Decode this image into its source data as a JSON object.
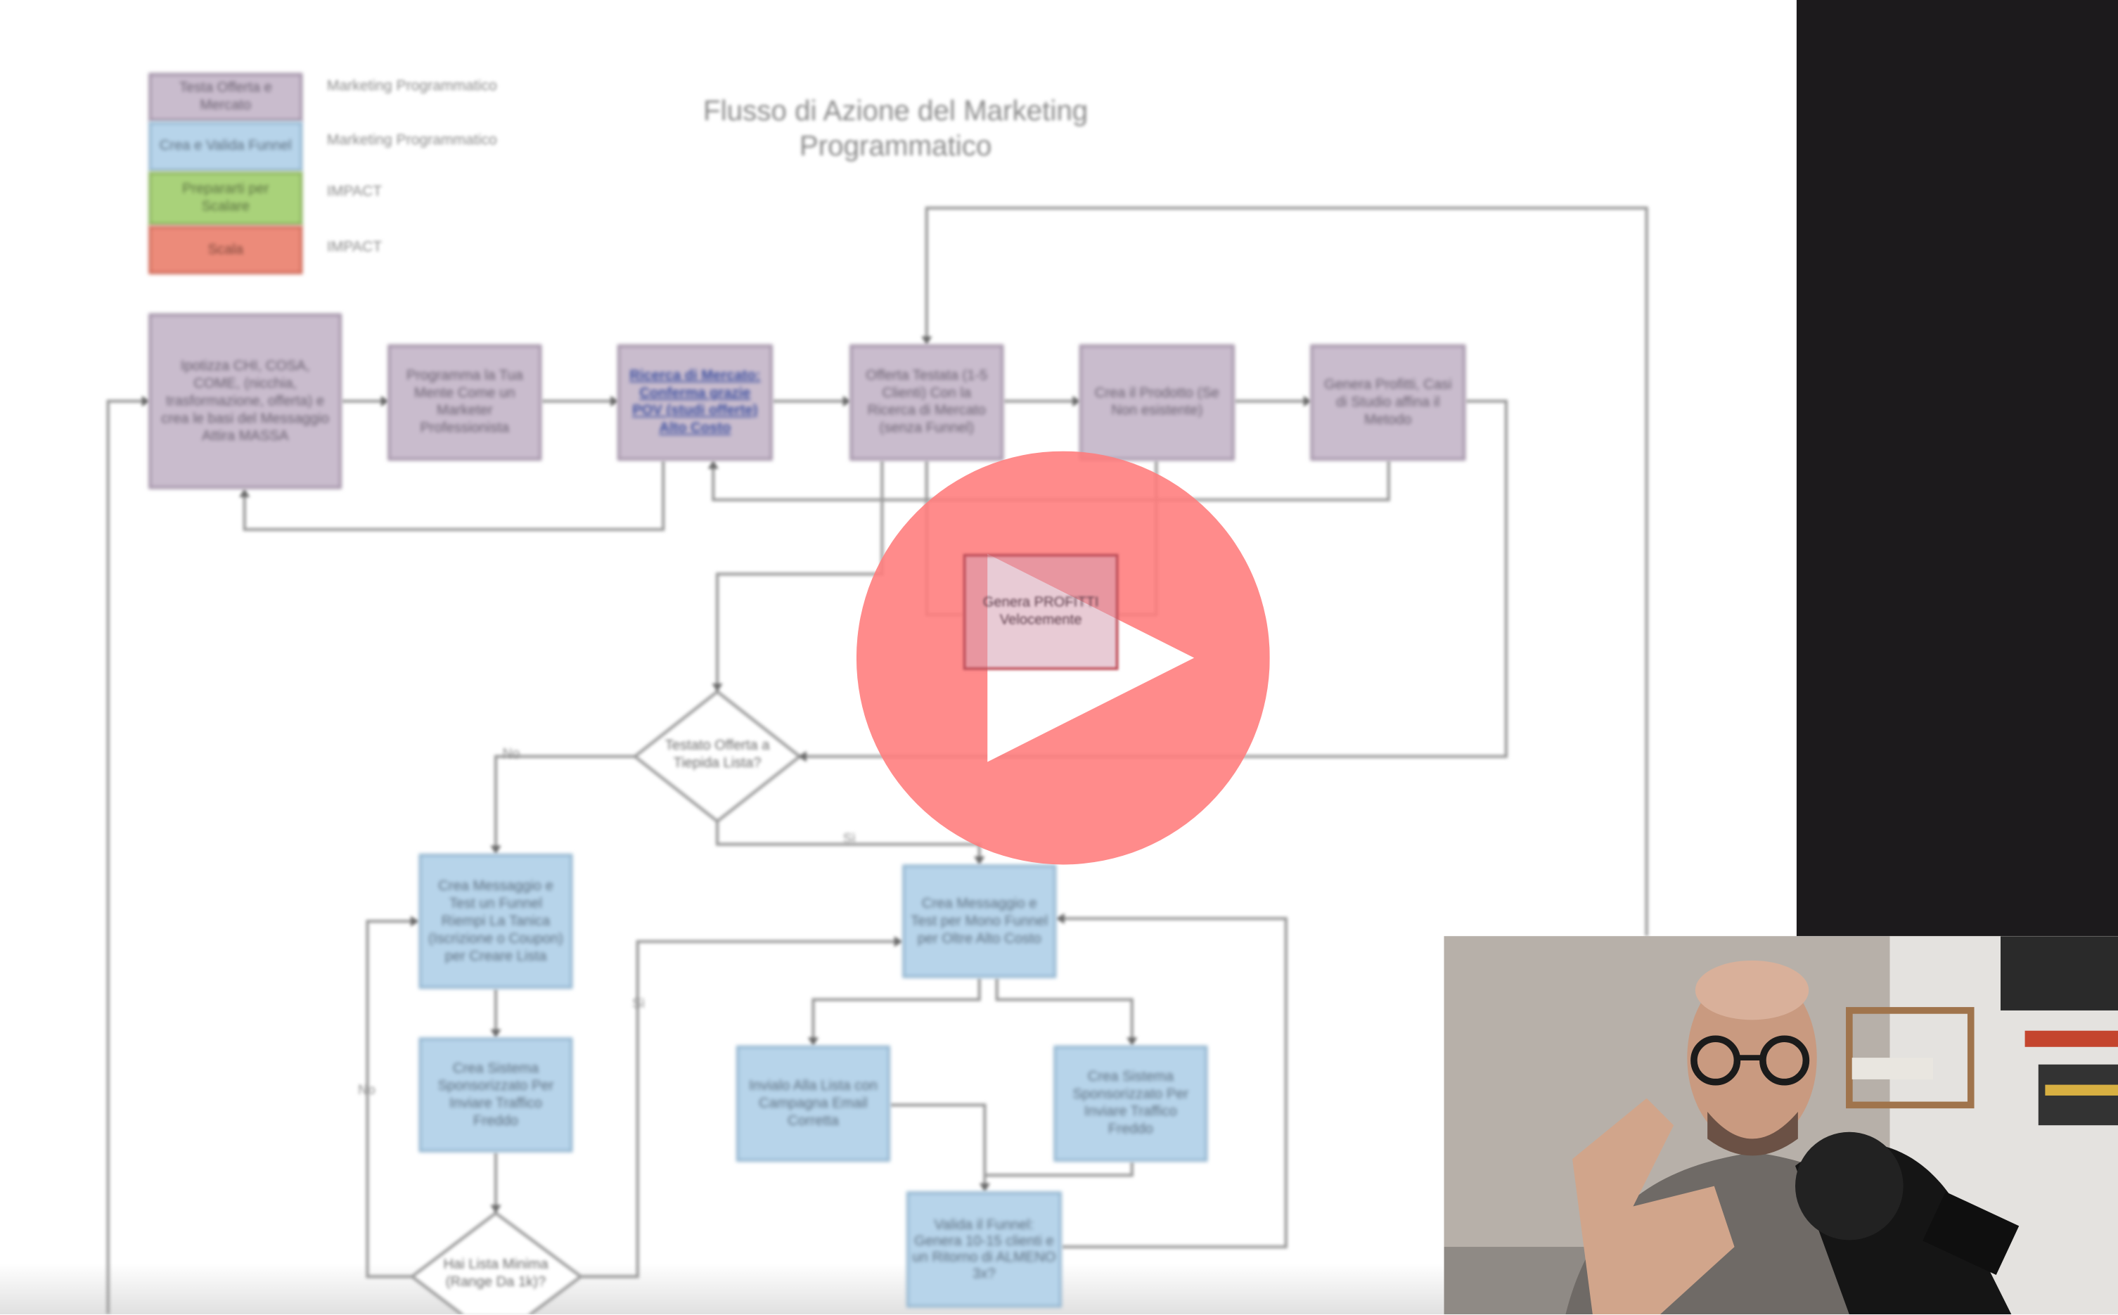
{
  "video": {
    "state": "paused",
    "play_button_color": "#ff7b7b"
  },
  "diagram": {
    "title": "Flusso di Azione del Marketing Programmatico",
    "legend": [
      {
        "swatch": "Testa Offerta e Mercato",
        "label": "Marketing Programmatico",
        "color": "#c9bccd"
      },
      {
        "swatch": "Crea e Valida Funnel",
        "label": "Marketing Programmatico",
        "color": "#b7d4ea"
      },
      {
        "swatch": "Prepararti per Scalare",
        "label": "IMPACT",
        "color": "#a9d27a"
      },
      {
        "swatch": "Scala",
        "label": "IMPACT",
        "color": "#ec8b7a"
      }
    ],
    "top_row": [
      "Ipotizza CHI, COSA, COME, (nicchia, trasformazione, offerta) e crea le basi del Messaggio Attira MASSA",
      "Programma la Tua Mente Come un Marketer Professionista",
      "Ricerca di Mercato: Conferma grazie POV (studi offerte) Alto Costo",
      "Offerta Testata (1-5 Clienti) Con la Ricerca di Mercato (senza Funnel)",
      "Crea il Prodotto (Se Non esistente)",
      "Genera Profitti, Casi di Studio affina il Metodo"
    ],
    "profit_box": "Genera PROFITTI Velocemente",
    "decision_1": "Testato Offerta a Tiepida Lista?",
    "decision_1_no": "No",
    "decision_1_yes": "Sì",
    "left_branch": [
      "Crea Messaggio e Test un Funnel Riempi La Tanica (Iscrizione o Coupon) per Creare Lista",
      "Crea Sistema Sponsorizzato Per Inviare Traffico Freddo"
    ],
    "decision_2": "Hai Lista Minima (Range Da 1k)?",
    "decision_2_no": "No",
    "decision_2_yes": "Sì",
    "right_branch": {
      "main": "Crea Messaggio e Test per Mono Funnel per Oltre Alto Costo",
      "email": "Invialo Alla Lista con Campagna Email Corretta",
      "ads": "Crea Sistema Sponsorizzato Per Inviare Traffico Freddo",
      "validate": "Valida il Funnel: Genera 10-15 clienti e un Ritorno di ALMENO 3x?"
    }
  }
}
